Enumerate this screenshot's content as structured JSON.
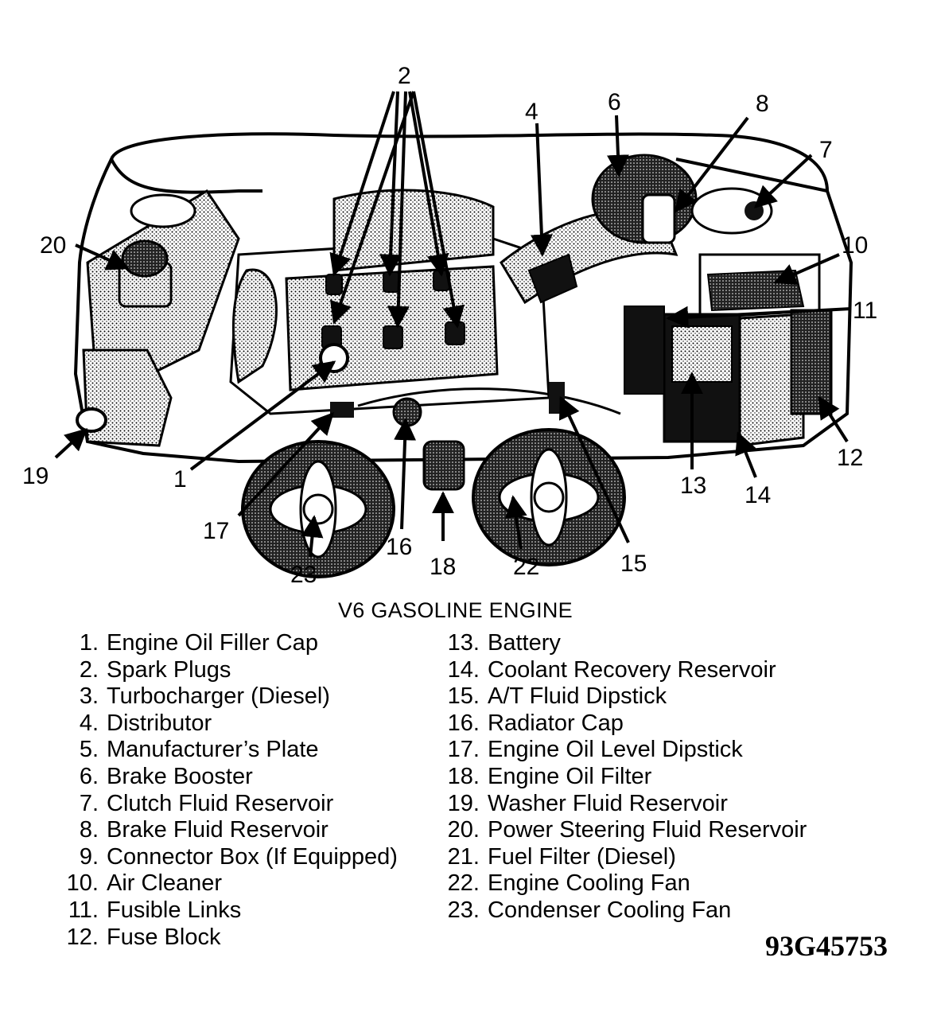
{
  "title": "V6 GASOLINE ENGINE",
  "figure_id": "93G45753",
  "callouts": [
    "1",
    "2",
    "4",
    "6",
    "7",
    "8",
    "10",
    "11",
    "12",
    "13",
    "14",
    "15",
    "16",
    "17",
    "18",
    "19",
    "20",
    "22",
    "23"
  ],
  "legend_left": [
    {
      "num": "1.",
      "label": "Engine Oil Filler Cap"
    },
    {
      "num": "2.",
      "label": "Spark Plugs"
    },
    {
      "num": "3.",
      "label": "Turbocharger (Diesel)"
    },
    {
      "num": "4.",
      "label": "Distributor"
    },
    {
      "num": "5.",
      "label": "Manufacturer’s Plate"
    },
    {
      "num": "6.",
      "label": "Brake Booster"
    },
    {
      "num": "7.",
      "label": "Clutch Fluid Reservoir"
    },
    {
      "num": "8.",
      "label": "Brake Fluid Reservoir"
    },
    {
      "num": "9.",
      "label": "Connector Box (If Equipped)"
    },
    {
      "num": "10.",
      "label": "Air Cleaner"
    },
    {
      "num": "11.",
      "label": "Fusible Links"
    },
    {
      "num": "12.",
      "label": "Fuse Block"
    }
  ],
  "legend_right": [
    {
      "num": "13.",
      "label": "Battery"
    },
    {
      "num": "14.",
      "label": "Coolant Recovery Reservoir"
    },
    {
      "num": "15.",
      "label": "A/T Fluid Dipstick"
    },
    {
      "num": "16.",
      "label": "Radiator Cap"
    },
    {
      "num": "17.",
      "label": "Engine Oil Level Dipstick"
    },
    {
      "num": "18.",
      "label": "Engine Oil Filter"
    },
    {
      "num": "19.",
      "label": "Washer Fluid Reservoir"
    },
    {
      "num": "20.",
      "label": "Power Steering Fluid Reservoir"
    },
    {
      "num": "21.",
      "label": "Fuel Filter (Diesel)"
    },
    {
      "num": "22.",
      "label": "Engine Cooling Fan"
    },
    {
      "num": "23.",
      "label": "Condenser Cooling Fan"
    }
  ]
}
